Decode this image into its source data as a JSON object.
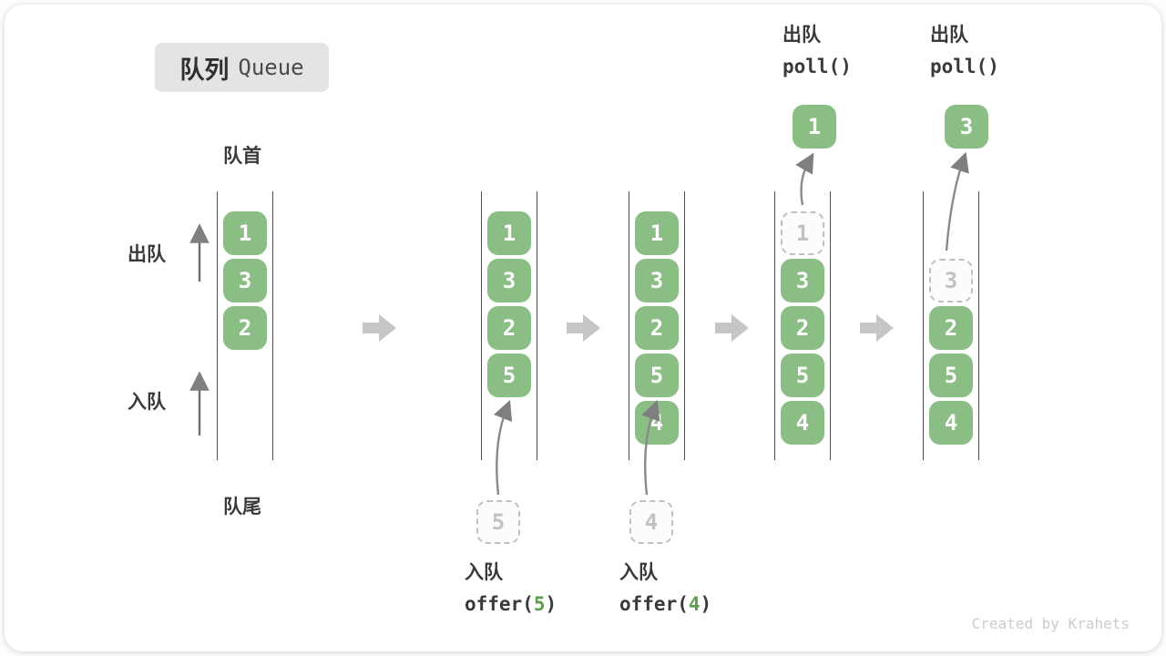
{
  "page": {
    "title_zh": "队列",
    "title_en": "Queue",
    "credit": "Created by Krahets"
  },
  "labels": {
    "front": "队首",
    "rear": "队尾",
    "dequeue": "出队",
    "enqueue": "入队"
  },
  "colors": {
    "box_green": "#8bbe85",
    "accent_green": "#5b9e4d",
    "ghost_grey": "#c2c2c2",
    "flow_arrow_grey": "#c6c6c6",
    "rail_dark": "#4d4d4d"
  },
  "queues": [
    {
      "name": "state-initial",
      "cells": [
        {
          "slot": 0,
          "value": "1",
          "kind": "solid"
        },
        {
          "slot": 1,
          "value": "3",
          "kind": "solid"
        },
        {
          "slot": 2,
          "value": "2",
          "kind": "solid"
        }
      ]
    },
    {
      "name": "state-offer-5",
      "cells": [
        {
          "slot": 0,
          "value": "1",
          "kind": "solid"
        },
        {
          "slot": 1,
          "value": "3",
          "kind": "solid"
        },
        {
          "slot": 2,
          "value": "2",
          "kind": "solid"
        },
        {
          "slot": 3,
          "value": "5",
          "kind": "solid"
        }
      ],
      "incoming": {
        "value": "5"
      },
      "op": {
        "action": "入队",
        "code_pre": "offer(",
        "code_arg": "5",
        "code_post": ")"
      }
    },
    {
      "name": "state-offer-4",
      "cells": [
        {
          "slot": 0,
          "value": "1",
          "kind": "solid"
        },
        {
          "slot": 1,
          "value": "3",
          "kind": "solid"
        },
        {
          "slot": 2,
          "value": "2",
          "kind": "solid"
        },
        {
          "slot": 3,
          "value": "5",
          "kind": "solid"
        },
        {
          "slot": 4,
          "value": "4",
          "kind": "solid"
        }
      ],
      "incoming": {
        "value": "4"
      },
      "op": {
        "action": "入队",
        "code_pre": "offer(",
        "code_arg": "4",
        "code_post": ")"
      }
    },
    {
      "name": "state-poll-1",
      "cells": [
        {
          "slot": 0,
          "value": "1",
          "kind": "ghost"
        },
        {
          "slot": 1,
          "value": "3",
          "kind": "solid"
        },
        {
          "slot": 2,
          "value": "2",
          "kind": "solid"
        },
        {
          "slot": 3,
          "value": "5",
          "kind": "solid"
        },
        {
          "slot": 4,
          "value": "4",
          "kind": "solid"
        }
      ],
      "outgoing": {
        "action": "出队",
        "code": "poll()",
        "value": "1"
      }
    },
    {
      "name": "state-poll-3",
      "cells": [
        {
          "slot": 1,
          "value": "3",
          "kind": "ghost"
        },
        {
          "slot": 2,
          "value": "2",
          "kind": "solid"
        },
        {
          "slot": 3,
          "value": "5",
          "kind": "solid"
        },
        {
          "slot": 4,
          "value": "4",
          "kind": "solid"
        }
      ],
      "outgoing": {
        "action": "出队",
        "code": "poll()",
        "value": "3"
      }
    }
  ]
}
